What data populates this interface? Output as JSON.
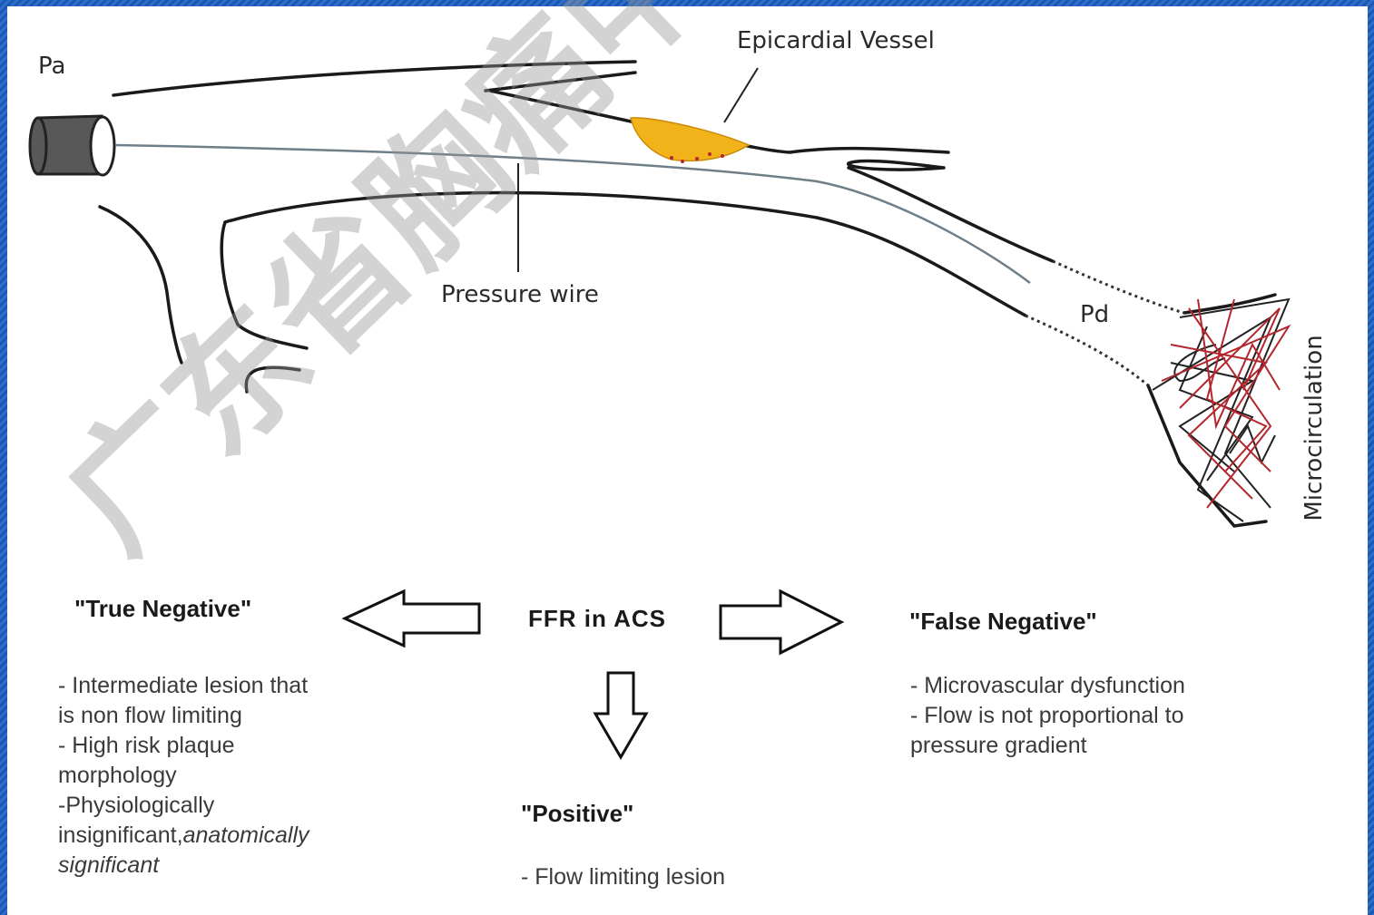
{
  "labels": {
    "pa": "Pa",
    "pd": "Pd",
    "epicardial": "Epicardial Vessel",
    "pressure_wire": "Pressure wire",
    "microcirculation": "Microcirculation"
  },
  "center": {
    "title": "FFR in ACS"
  },
  "true_negative": {
    "title": "\"True Negative\"",
    "lines": [
      "- Intermediate lesion that",
      "is non flow limiting",
      "- High risk plaque",
      "morphology",
      "-Physiologically",
      "insignificant,",
      "significant"
    ],
    "italic_fragment": "anatomically"
  },
  "false_negative": {
    "title": "\"False Negative\"",
    "lines": [
      "- Microvascular dysfunction",
      "- Flow is not proportional to",
      "pressure gradient"
    ]
  },
  "positive": {
    "title": "\"Positive\"",
    "lines": [
      "- Flow limiting lesion"
    ]
  },
  "watermark": "广东省胸痛中心协会",
  "colors": {
    "border": "#1f5fb8",
    "plaque": "#f2b21a",
    "micro_red": "#b3262d",
    "wire": "#6f7f8a"
  }
}
